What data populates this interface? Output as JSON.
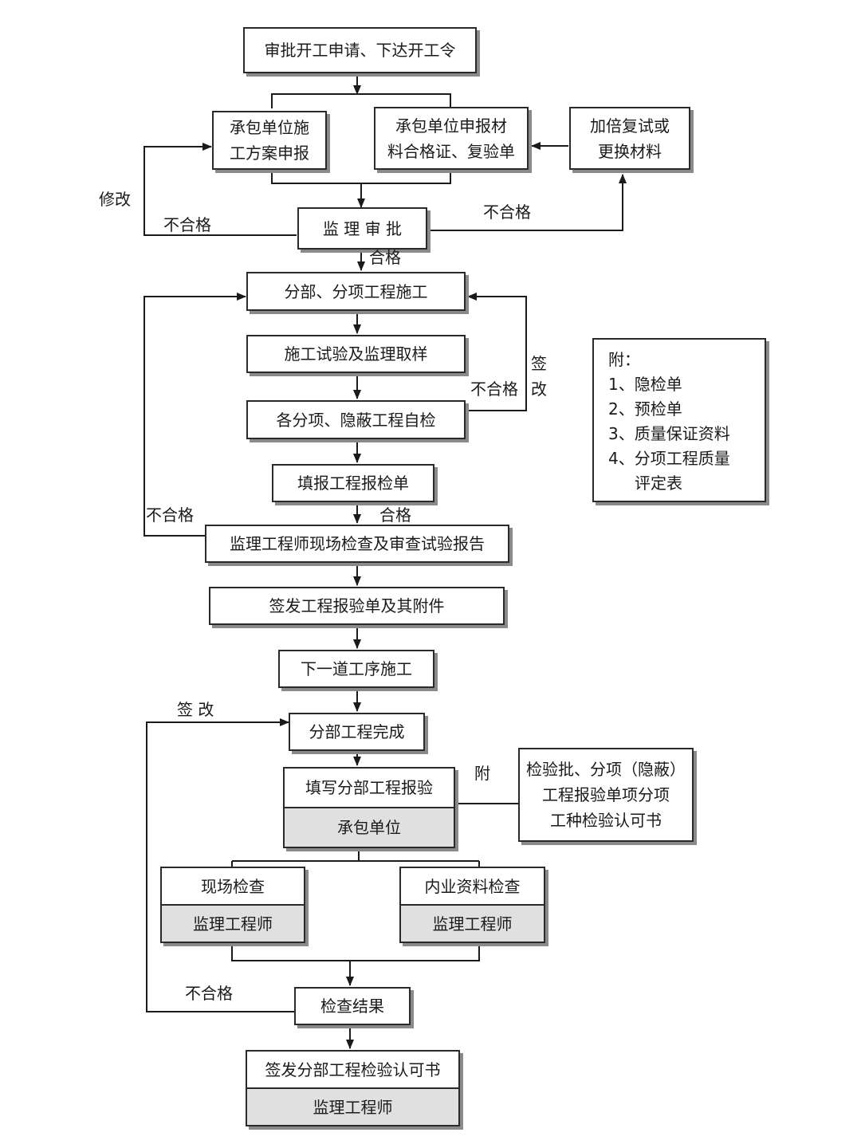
{
  "boxes": {
    "approve_start": "审批开工申请、下达开工令",
    "plan_submit": [
      "承包单位施",
      "工方案申报"
    ],
    "material_submit": [
      "承包单位申报材",
      "料合格证、复验单"
    ],
    "retest_replace": [
      "加倍复试或",
      "更换材料"
    ],
    "supervision_approve": "监 理 审 批",
    "subproject_construction": "分部、分项工程施工",
    "test_sampling": "施工试验及监理取样",
    "self_inspection": "各分项、隐蔽工程自检",
    "fill_report": "填报工程报检单",
    "engineer_site_check": "监理工程师现场检查及审查试验报告",
    "issue_report": "签发工程报验单及其附件",
    "next_process": "下一道工序施工",
    "division_complete": "分部工程完成",
    "fill_division_report": "填写分部工程报验",
    "contractor": "承包单位",
    "attachment_box": [
      "检验批、分项（隐蔽）",
      "工程报验单项分项",
      "工种检验认可书"
    ],
    "site_check": "现场检查",
    "site_check_role": "监理工程师",
    "document_check": "内业资料检查",
    "document_check_role": "监理工程师",
    "check_result": "检查结果",
    "issue_certificate": "签发分部工程检验认可书",
    "certificate_role": "监理工程师"
  },
  "labels": {
    "modify": "修改",
    "fail_left": "不合格",
    "fail_right": "不合格",
    "pass_1": "合格",
    "sign_change_1": [
      "签",
      "改"
    ],
    "fail_mid": "不合格",
    "fail_loop2": "不合格",
    "pass_2": "合格",
    "sign_change_2": "签 改",
    "attach": "附",
    "fail_bottom": "不合格"
  },
  "note": {
    "title": "附：",
    "items": [
      "1、隐检单",
      "2、预检单",
      "3、质量保证资料",
      "4、分项工程质量"
    ],
    "item4_cont": "评定表"
  }
}
